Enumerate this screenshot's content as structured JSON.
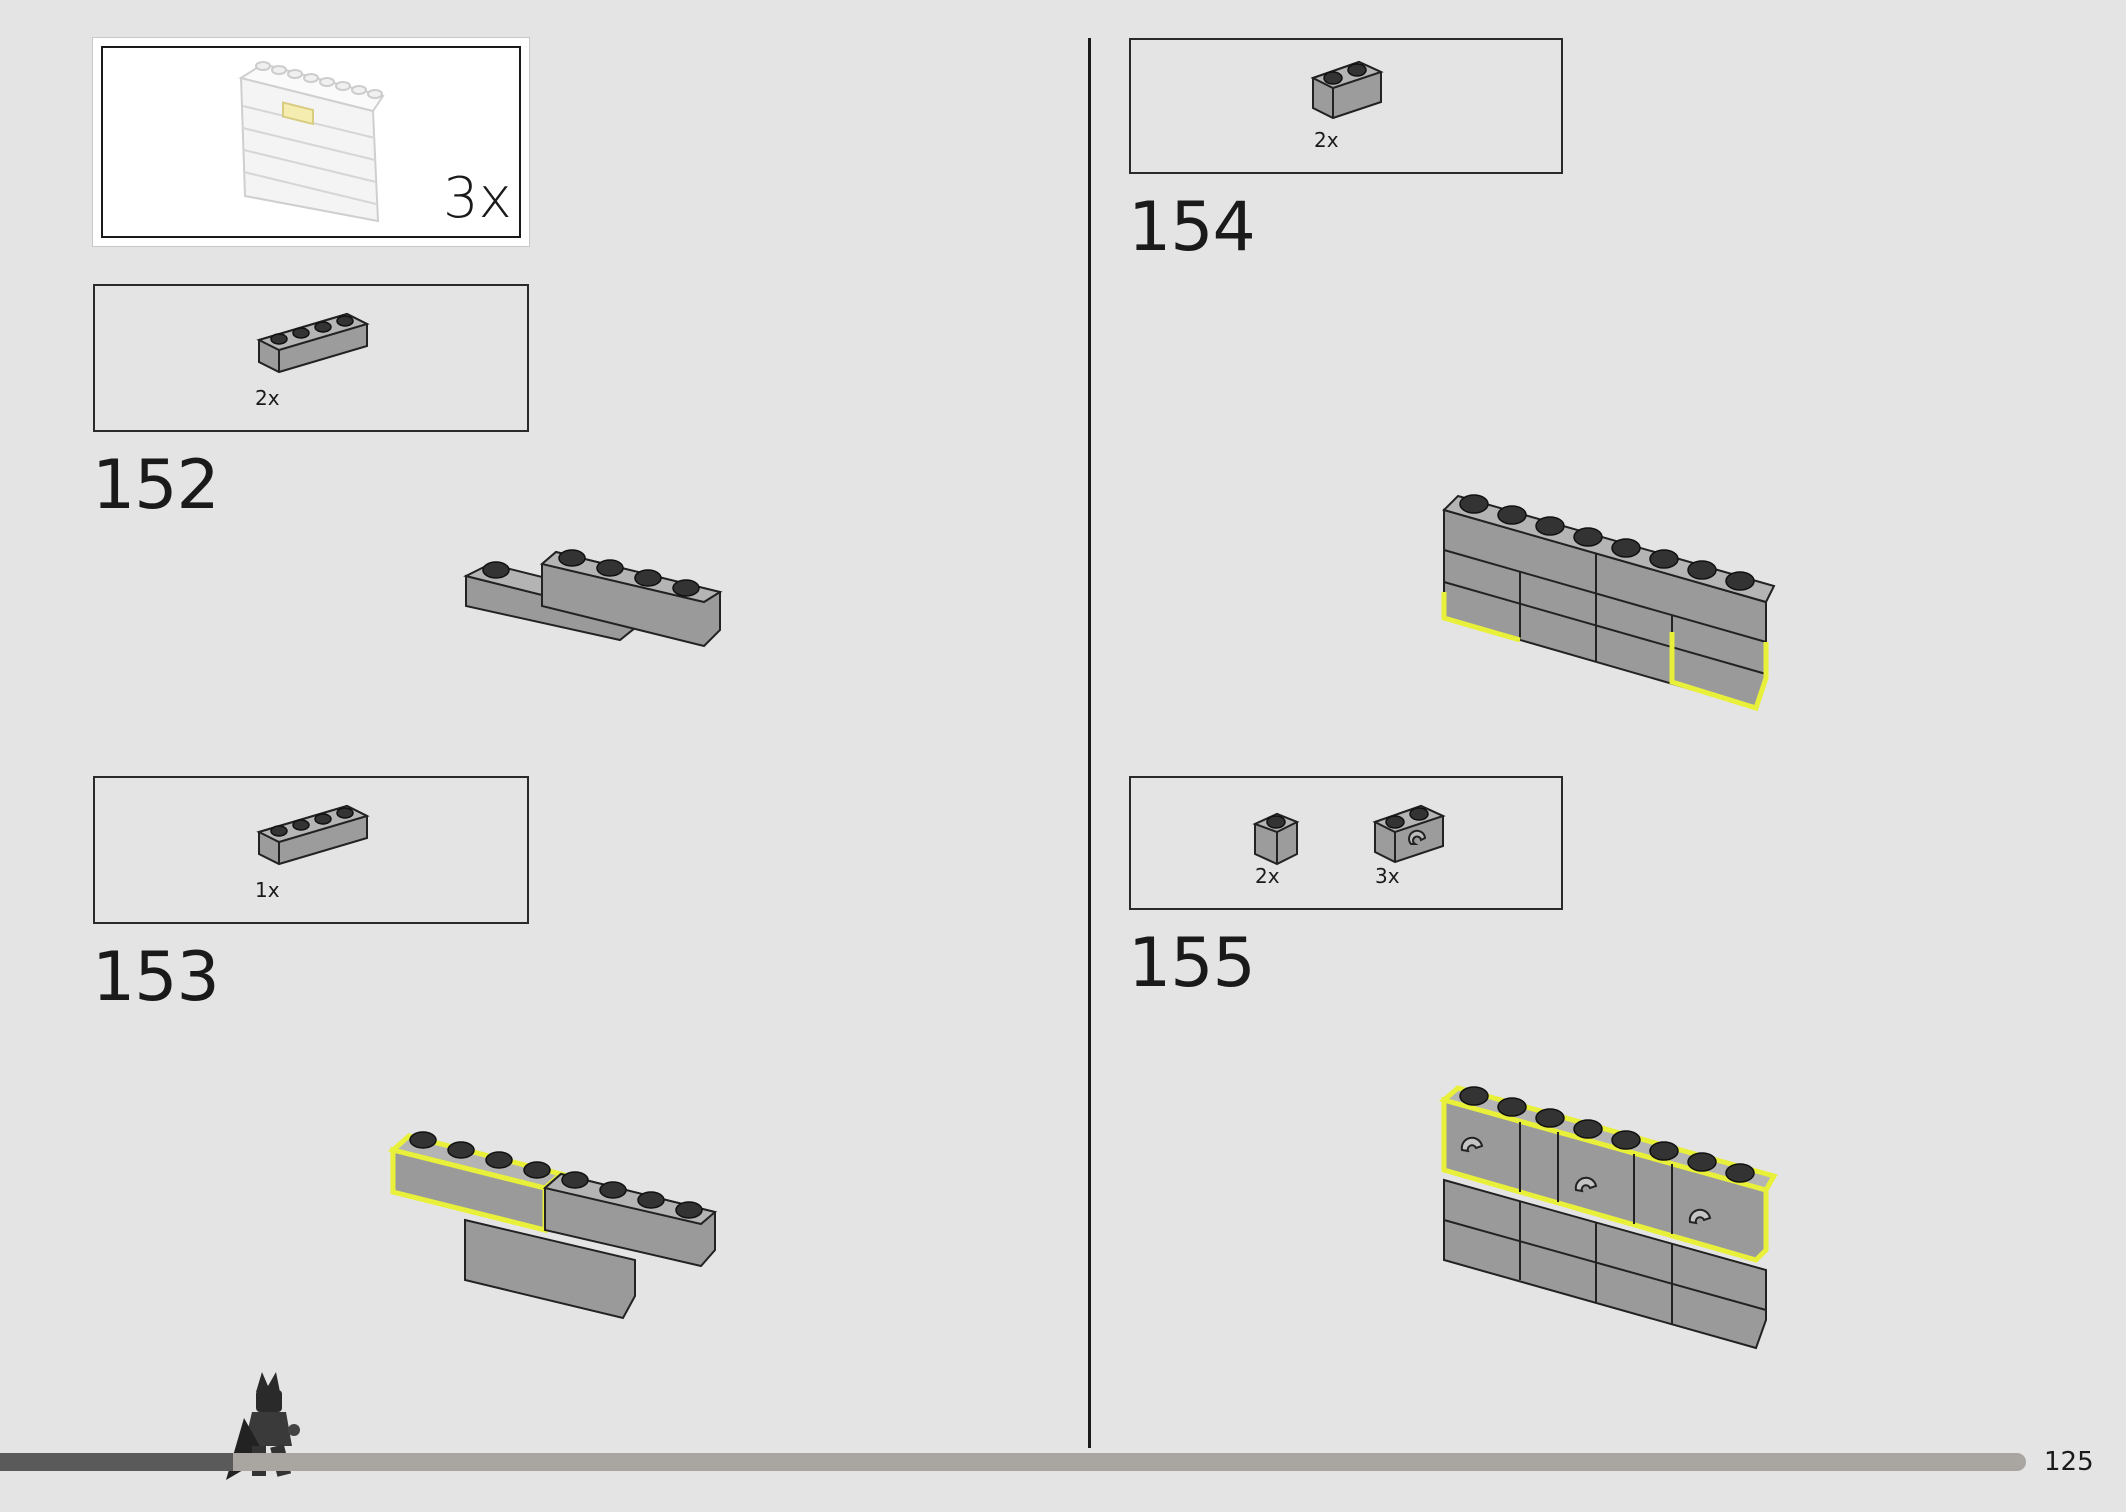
{
  "progress": {
    "fraction": 0.115
  },
  "page_number": "125",
  "submodel_callout": {
    "quantity": "3x"
  },
  "steps": [
    {
      "id": "152",
      "number": "152",
      "parts": [
        {
          "name": "1x4 masonry brick",
          "quantity": "2x"
        }
      ]
    },
    {
      "id": "153",
      "number": "153",
      "parts": [
        {
          "name": "1x4 masonry brick",
          "quantity": "1x"
        }
      ]
    },
    {
      "id": "154",
      "number": "154",
      "parts": [
        {
          "name": "1x2 masonry brick",
          "quantity": "2x"
        }
      ]
    },
    {
      "id": "155",
      "number": "155",
      "parts": [
        {
          "name": "1x1 brick",
          "quantity": "2x"
        },
        {
          "name": "1x2 brick with clip",
          "quantity": "3x"
        }
      ]
    }
  ],
  "colors": {
    "background": "#e4e4e4",
    "brick": "#9a9a9a",
    "brick_top": "#b4b4b4",
    "highlight": "#e8f03a",
    "outline": "#1a1a1a"
  },
  "icons": {
    "mascot": "batman-minifigure-icon"
  }
}
